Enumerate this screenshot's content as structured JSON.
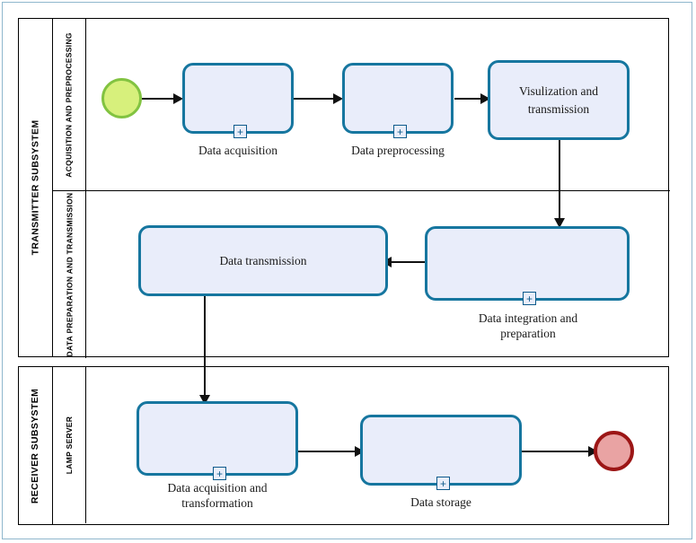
{
  "diagram": {
    "type": "bpmn-process-diagram",
    "colors": {
      "task_border": "#16769f",
      "task_fill": "#e9edfa",
      "start_event_fill": "#d7f07c",
      "start_event_border": "#82c341",
      "end_event_fill": "#e9a3a3",
      "end_event_border": "#9c1616",
      "flow_line": "#111111",
      "pool_border": "#000000",
      "page_frame": "#8fb7cd"
    },
    "pools": [
      {
        "name": "transmitter-subsystem",
        "label": "TRANSMITTER SUBSYSTEM",
        "lanes": [
          {
            "name": "acquisition-and-preprocessing",
            "label": "ACQUISITION AND PREPROCESSING"
          },
          {
            "name": "data-preparation-and-transmission",
            "label": "DATA PREPARATION AND TRANSMISSION"
          }
        ]
      },
      {
        "name": "receiver-subsystem",
        "label": "RECEIVER SUBSYSTEM",
        "lanes": [
          {
            "name": "lamp-server",
            "label": "LAMP SERVER"
          }
        ]
      }
    ],
    "events": [
      {
        "name": "start-event",
        "kind": "start",
        "label": ""
      },
      {
        "name": "end-event",
        "kind": "end",
        "label": ""
      }
    ],
    "tasks": [
      {
        "name": "data-acquisition",
        "label": "Data acquisition",
        "label_position": "below",
        "subprocess_marker": "+"
      },
      {
        "name": "data-preprocessing",
        "label": "Data preprocessing",
        "label_position": "below",
        "subprocess_marker": "+"
      },
      {
        "name": "visulization-and-transmission",
        "label": "Visulization and transmission",
        "label_position": "inside",
        "subprocess_marker": ""
      },
      {
        "name": "data-integration-and-preparation",
        "label": "Data integration and preparation",
        "label_position": "below",
        "subprocess_marker": "+"
      },
      {
        "name": "data-transmission",
        "label": "Data transmission",
        "label_position": "inside",
        "subprocess_marker": ""
      },
      {
        "name": "data-acquisition-and-transformation",
        "label": "Data acquisition and transformation",
        "label_position": "below",
        "subprocess_marker": "+"
      },
      {
        "name": "data-storage",
        "label": "Data storage",
        "label_position": "below",
        "subprocess_marker": "+"
      }
    ],
    "sequence_flows": [
      {
        "name": "flow-start-to-data-acquisition",
        "from": "start-event",
        "to": "data-acquisition",
        "direction": "right"
      },
      {
        "name": "flow-data-acquisition-to-data-preprocessing",
        "from": "data-acquisition",
        "to": "data-preprocessing",
        "direction": "right"
      },
      {
        "name": "flow-data-preprocessing-to-visulization",
        "from": "data-preprocessing",
        "to": "visulization-and-transmission",
        "direction": "right"
      },
      {
        "name": "flow-visulization-to-data-integration",
        "from": "visulization-and-transmission",
        "to": "data-integration-and-preparation",
        "direction": "down"
      },
      {
        "name": "flow-data-integration-to-data-transmission",
        "from": "data-integration-and-preparation",
        "to": "data-transmission",
        "direction": "left"
      },
      {
        "name": "flow-data-transmission-to-data-acquisition-transformation",
        "from": "data-transmission",
        "to": "data-acquisition-and-transformation",
        "direction": "down"
      },
      {
        "name": "flow-data-acquisition-transformation-to-data-storage",
        "from": "data-acquisition-and-transformation",
        "to": "data-storage",
        "direction": "right"
      },
      {
        "name": "flow-data-storage-to-end",
        "from": "data-storage",
        "to": "end-event",
        "direction": "right"
      }
    ]
  }
}
